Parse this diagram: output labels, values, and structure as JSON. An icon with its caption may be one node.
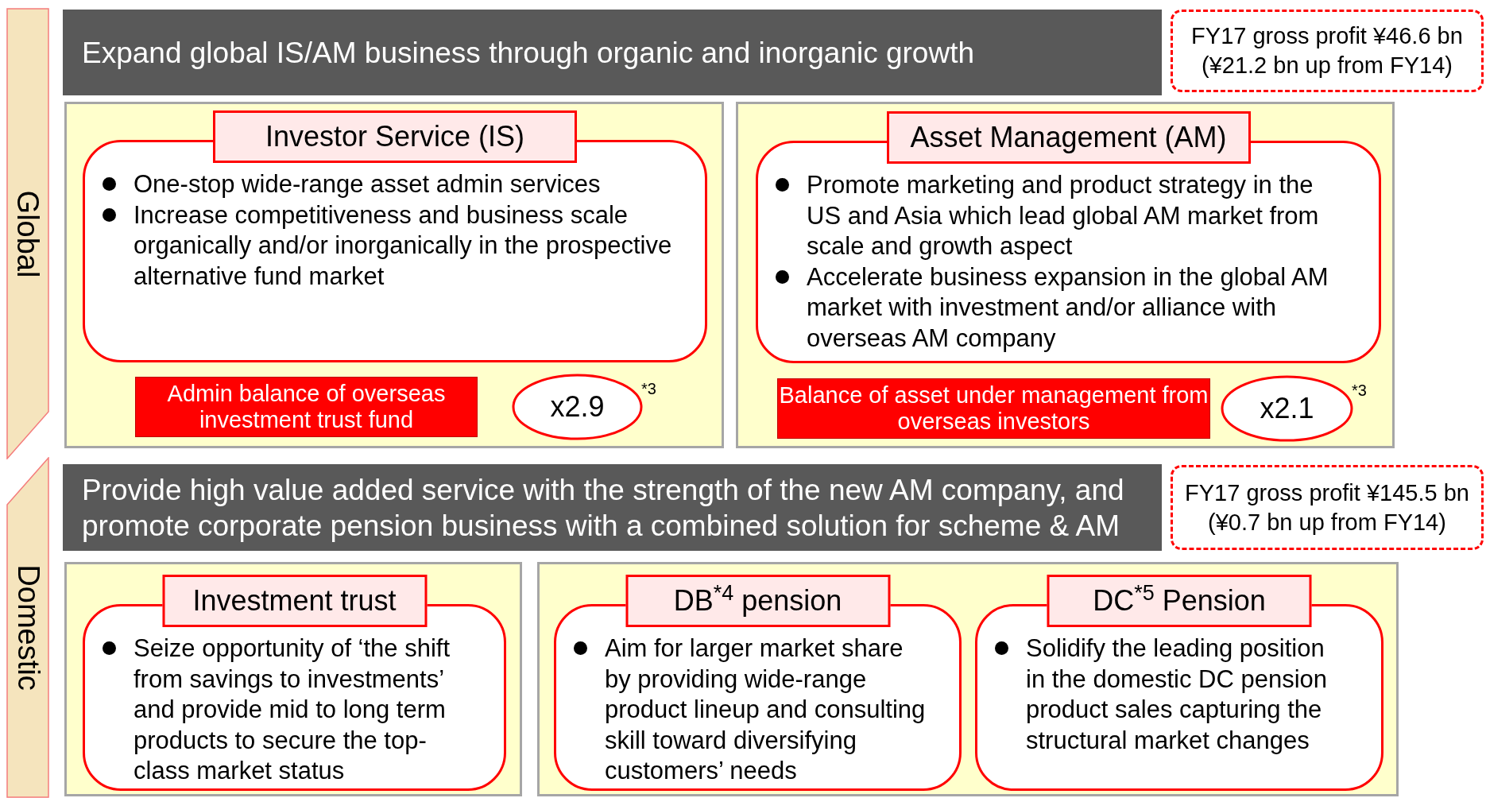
{
  "diagram": {
    "nodes": [
      {
        "text": [
          "Global"
        ]
      },
      {
        "text": [
          "Expand global IS/AM business through organic and inorganic growth"
        ]
      },
      {
        "text": [
          "FY17 gross profit ¥46.6 bn (¥21.2 bn up from FY14)"
        ]
      },
      {
        "text": [],
        "shape": "box"
      },
      {
        "text": [
          "Investor Service (IS)",
          "One-stop wide-range asset admin services",
          "Increase competitiveness and business scale organically and/or inorganically in the prospective alternative fund market"
        ],
        "in": 3
      },
      {
        "text": [
          "Admin balance of overseas investment trust fund"
        ],
        "in": 3
      },
      {
        "text": [
          "x2.9"
        ],
        "in": 3,
        "beside": [
          "*3"
        ]
      },
      {
        "text": [],
        "shape": "box"
      },
      {
        "text": [
          "Asset Management (AM)",
          "Promote marketing and product strategy in the US and Asia which lead global AM market from scale and growth aspect",
          "Accelerate business expansion in the global AM market with investment and/or alliance with overseas AM company"
        ],
        "in": 7
      },
      {
        "text": [
          "Balance of asset under management from overseas investors"
        ],
        "in": 7
      },
      {
        "text": [
          "x2.1"
        ],
        "in": 7,
        "beside": [
          "*3"
        ]
      },
      {
        "text": [
          "Domestic"
        ]
      },
      {
        "text": [
          "Provide high value added service with the strength of the new AM company, and promote corporate pension business with a combined solution for scheme & AM"
        ]
      },
      {
        "text": [
          "FY17 gross profit ¥145.5 bn (¥0.7 bn up from FY14)"
        ]
      },
      {
        "text": [],
        "shape": "box"
      },
      {
        "text": [
          "Investment trust",
          "Seize opportunity of ‘the shift from savings to investments’ and provide mid to long term products to secure the top-class market status"
        ],
        "in": 14
      },
      {
        "text": [],
        "shape": "box"
      },
      {
        "text": [
          "DB$^{*4}$ pension",
          "Aim for larger market share by providing wide-range product lineup and consulting skill toward diversifying customers’ needs"
        ],
        "in": 16
      },
      {
        "text": [
          "DC$^{*5}$ Pension",
          "Solidify the leading position in the domestic DC pension product sales capturing the structural market changes"
        ],
        "in": 16
      }
    ]
  }
}
